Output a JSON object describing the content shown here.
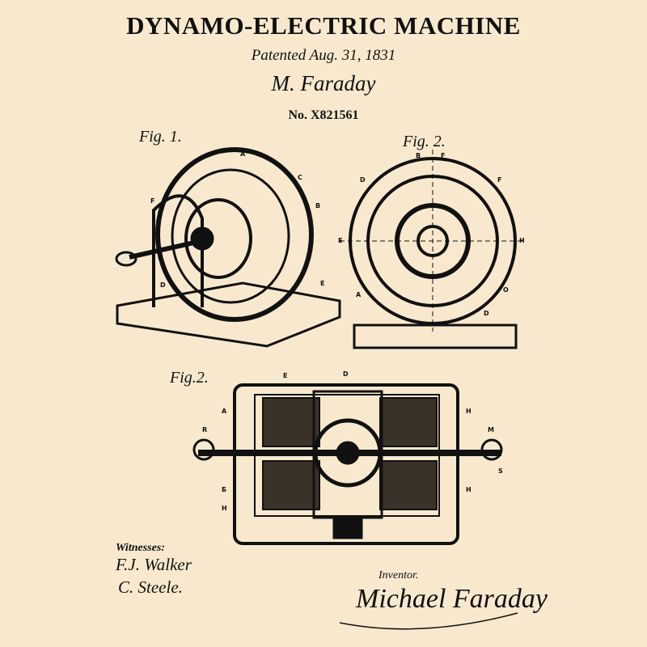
{
  "title": "DYNAMO-ELECTRIC MACHINE",
  "patented": "Patented Aug. 31, 1831",
  "signature_top": "M. Faraday",
  "patent_number": "No. X821561",
  "figures": [
    {
      "label": "Fig. 1.",
      "letters": [
        "A",
        "C",
        "B",
        "F",
        "D",
        "E"
      ]
    },
    {
      "label": "Fig. 2.",
      "letters": [
        "B",
        "F",
        "D",
        "F",
        "E",
        "H",
        "A",
        "O",
        "D"
      ]
    },
    {
      "label": "Fig.2.",
      "letters": [
        "E",
        "D",
        "A",
        "H",
        "R",
        "M",
        "S",
        "Б",
        "H",
        "H"
      ]
    }
  ],
  "witnesses": {
    "label": "Witnesses:",
    "names": [
      "F.J. Walker",
      "C. Steele."
    ]
  },
  "inventor": {
    "label": "Inventor.",
    "signature": "Michael Faraday"
  },
  "colors": {
    "background": "#f8e9ce",
    "ink": "#111111"
  }
}
